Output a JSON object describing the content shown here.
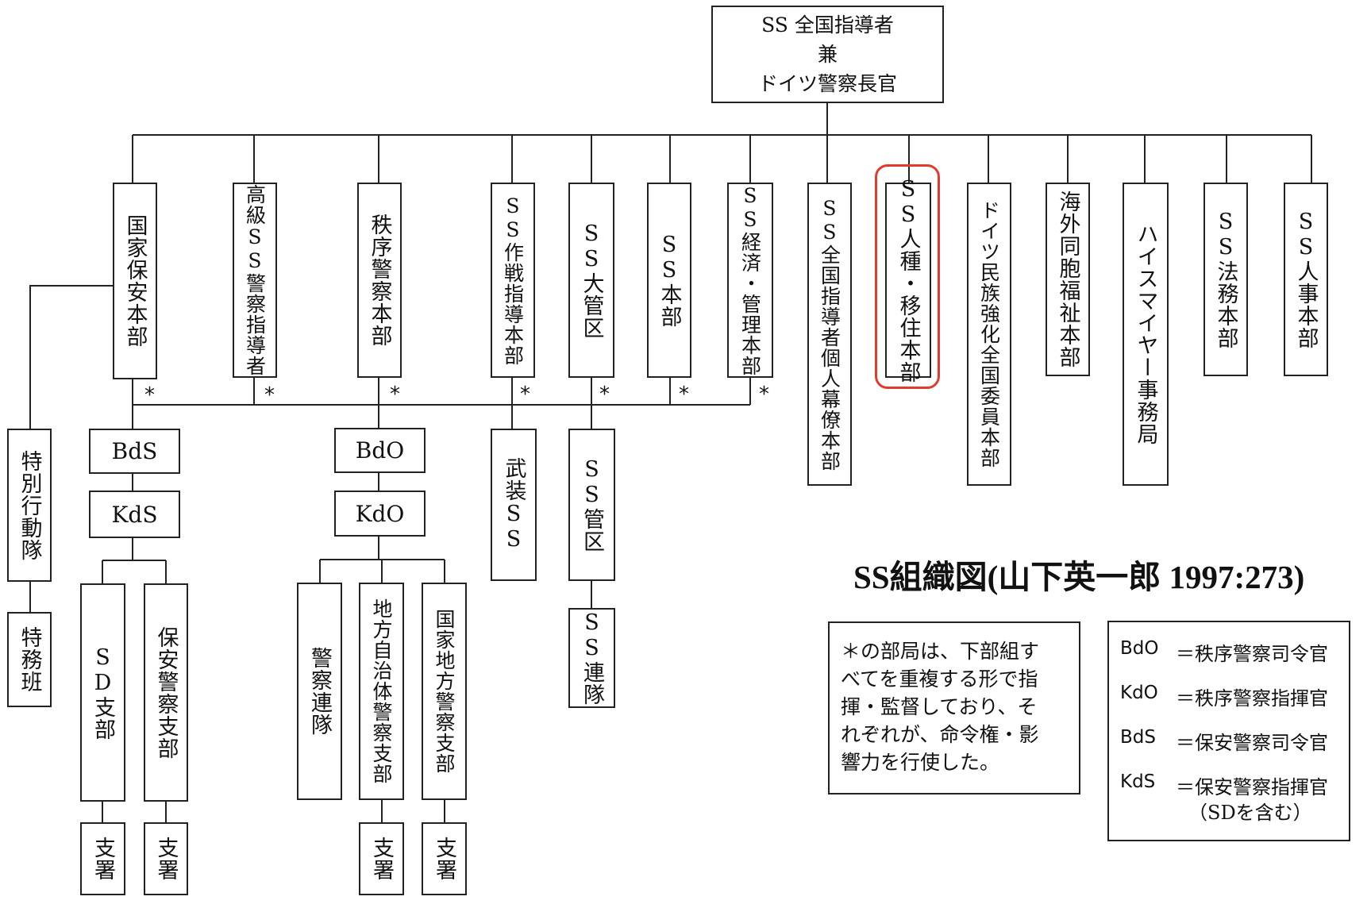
{
  "top": {
    "lines": [
      "SS 全国指導者",
      "兼",
      "ドイツ警察長官"
    ]
  },
  "departments": [
    "国家保安本部",
    "高級SS警察指導者",
    "秩序警察本部",
    "SS作戦指導本部",
    "SS大管区",
    "SS本部",
    "SS経済・管理本部",
    "SS全国指導者個人幕僚本部",
    "SS人種・移住本部",
    "ドイツ民族強化全国委員本部",
    "海外同胞福祉本部",
    "ハイスマイヤー事務局",
    "SS法務本部",
    "SS人事本部"
  ],
  "sub_units": {
    "special_action": "特別行動隊",
    "special_service": "特務班",
    "bds": "BdS",
    "kds": "KdS",
    "sd_branch": "SD支部",
    "security_police_branch": "保安警察支部",
    "bdo": "BdO",
    "kdo": "KdO",
    "police_regiment": "警察連隊",
    "municipal_police_branch": "地方自治体警察支部",
    "state_regional_police_branch": "国家地方警察支部",
    "waffen_ss": "武装SS",
    "ss_district": "SS管区",
    "ss_regiment": "SS連隊",
    "substation": "支署"
  },
  "asterisk": "*",
  "title": "SS組織図(山下英一郎 1997:273)",
  "note_lines": [
    "＊の部局は、下部組す",
    "べてを重複する形で指",
    "揮・監督しており、そ",
    "れぞれが、命令権・影",
    "響力を行使した。"
  ],
  "legend": [
    {
      "abbr": "BdO",
      "def": "＝秩序警察司令官"
    },
    {
      "abbr": "KdO",
      "def": "＝秩序警察指揮官"
    },
    {
      "abbr": "BdS",
      "def": "＝保安警察司令官"
    },
    {
      "abbr": "KdS",
      "def": "＝保安警察指揮官",
      "sub": "（SDを含む）"
    }
  ],
  "colors": {
    "highlight": "#e23b2e",
    "line": "#222222"
  }
}
